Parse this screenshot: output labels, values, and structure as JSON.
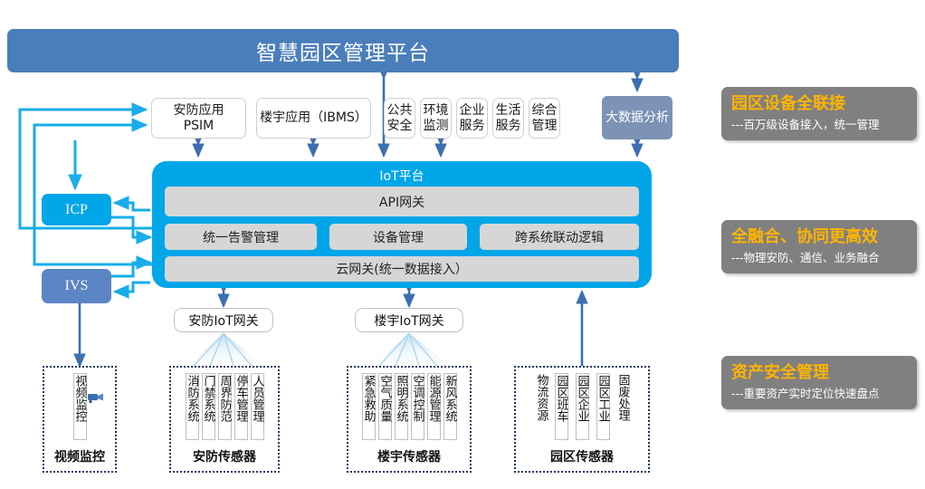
{
  "banner": {
    "title": "智慧园区管理平台"
  },
  "apps": {
    "psim": "安防应用\nPSIM",
    "psim_line1": "安防应用",
    "psim_line2": "PSIM",
    "ibms": "楼宇应用（IBMS）",
    "mini_boxes": [
      {
        "name": "public-safety",
        "text": "公共安全"
      },
      {
        "name": "environment-monitoring",
        "text": "环境监测"
      },
      {
        "name": "enterprise-service",
        "text": "企业服务"
      },
      {
        "name": "life-service",
        "text": "生活服务"
      },
      {
        "name": "integrated-management",
        "text": "综合管理"
      }
    ],
    "bigdata": "大数据分析"
  },
  "iot": {
    "title": "IoT平台",
    "api_gateway": "API网关",
    "modules": [
      "统一告警管理",
      "设备管理",
      "跨系统联动逻辑"
    ],
    "cloud_gateway": "云网关(统一数据接入）"
  },
  "nodes": {
    "icp": "ICP",
    "ivs": "IVS"
  },
  "gateways": {
    "security": "安防IoT网关",
    "building": "楼宇IoT网关"
  },
  "sensor_groups": [
    {
      "name": "video-monitoring",
      "label": "视频监控",
      "items": [
        "视频监控"
      ],
      "has_camera_icon": true
    },
    {
      "name": "security-sensors",
      "label": "安防传感器",
      "items": [
        "消防系统",
        "门禁系统",
        "周界防范",
        "停车管理",
        "人员管理"
      ],
      "has_camera_icon": false
    },
    {
      "name": "building-sensors",
      "label": "楼宇传感器",
      "items": [
        "紧急救助",
        "空气质量",
        "照明系统",
        "空调控制",
        "能源管理",
        "新风系统"
      ],
      "has_camera_icon": false
    },
    {
      "name": "park-sensors",
      "label": "园区传感器",
      "items": [
        "物流资源",
        "园区班车",
        "园区企业",
        "园区工业",
        "固废处理"
      ],
      "has_camera_icon": false
    }
  ],
  "features": [
    {
      "name": "full-connection",
      "title": "园区设备全联接",
      "subtitle": "---百万级设备接入，统一管理"
    },
    {
      "name": "full-convergence",
      "title": "全融合、协同更高效",
      "subtitle": "---物理安防、通信、业务融合"
    },
    {
      "name": "asset-security",
      "title": "资产安全管理",
      "subtitle": "---重要资产实时定位快速盘点"
    }
  ],
  "colors": {
    "banner_blue": "#4A7EBB",
    "iot_blue": "#00A6E8",
    "icp_blue": "#00A6E8",
    "ivs_blue": "#5B85C4",
    "bigdata_blue": "#7C93B5",
    "module_grey": "#d6d6d6",
    "feature_grey": "#808080",
    "feature_title_orange": "#FFB400",
    "wire_cyan": "#18ADEA",
    "wire_blue": "#3C6FB0",
    "dotted_navy": "#1F3864"
  }
}
